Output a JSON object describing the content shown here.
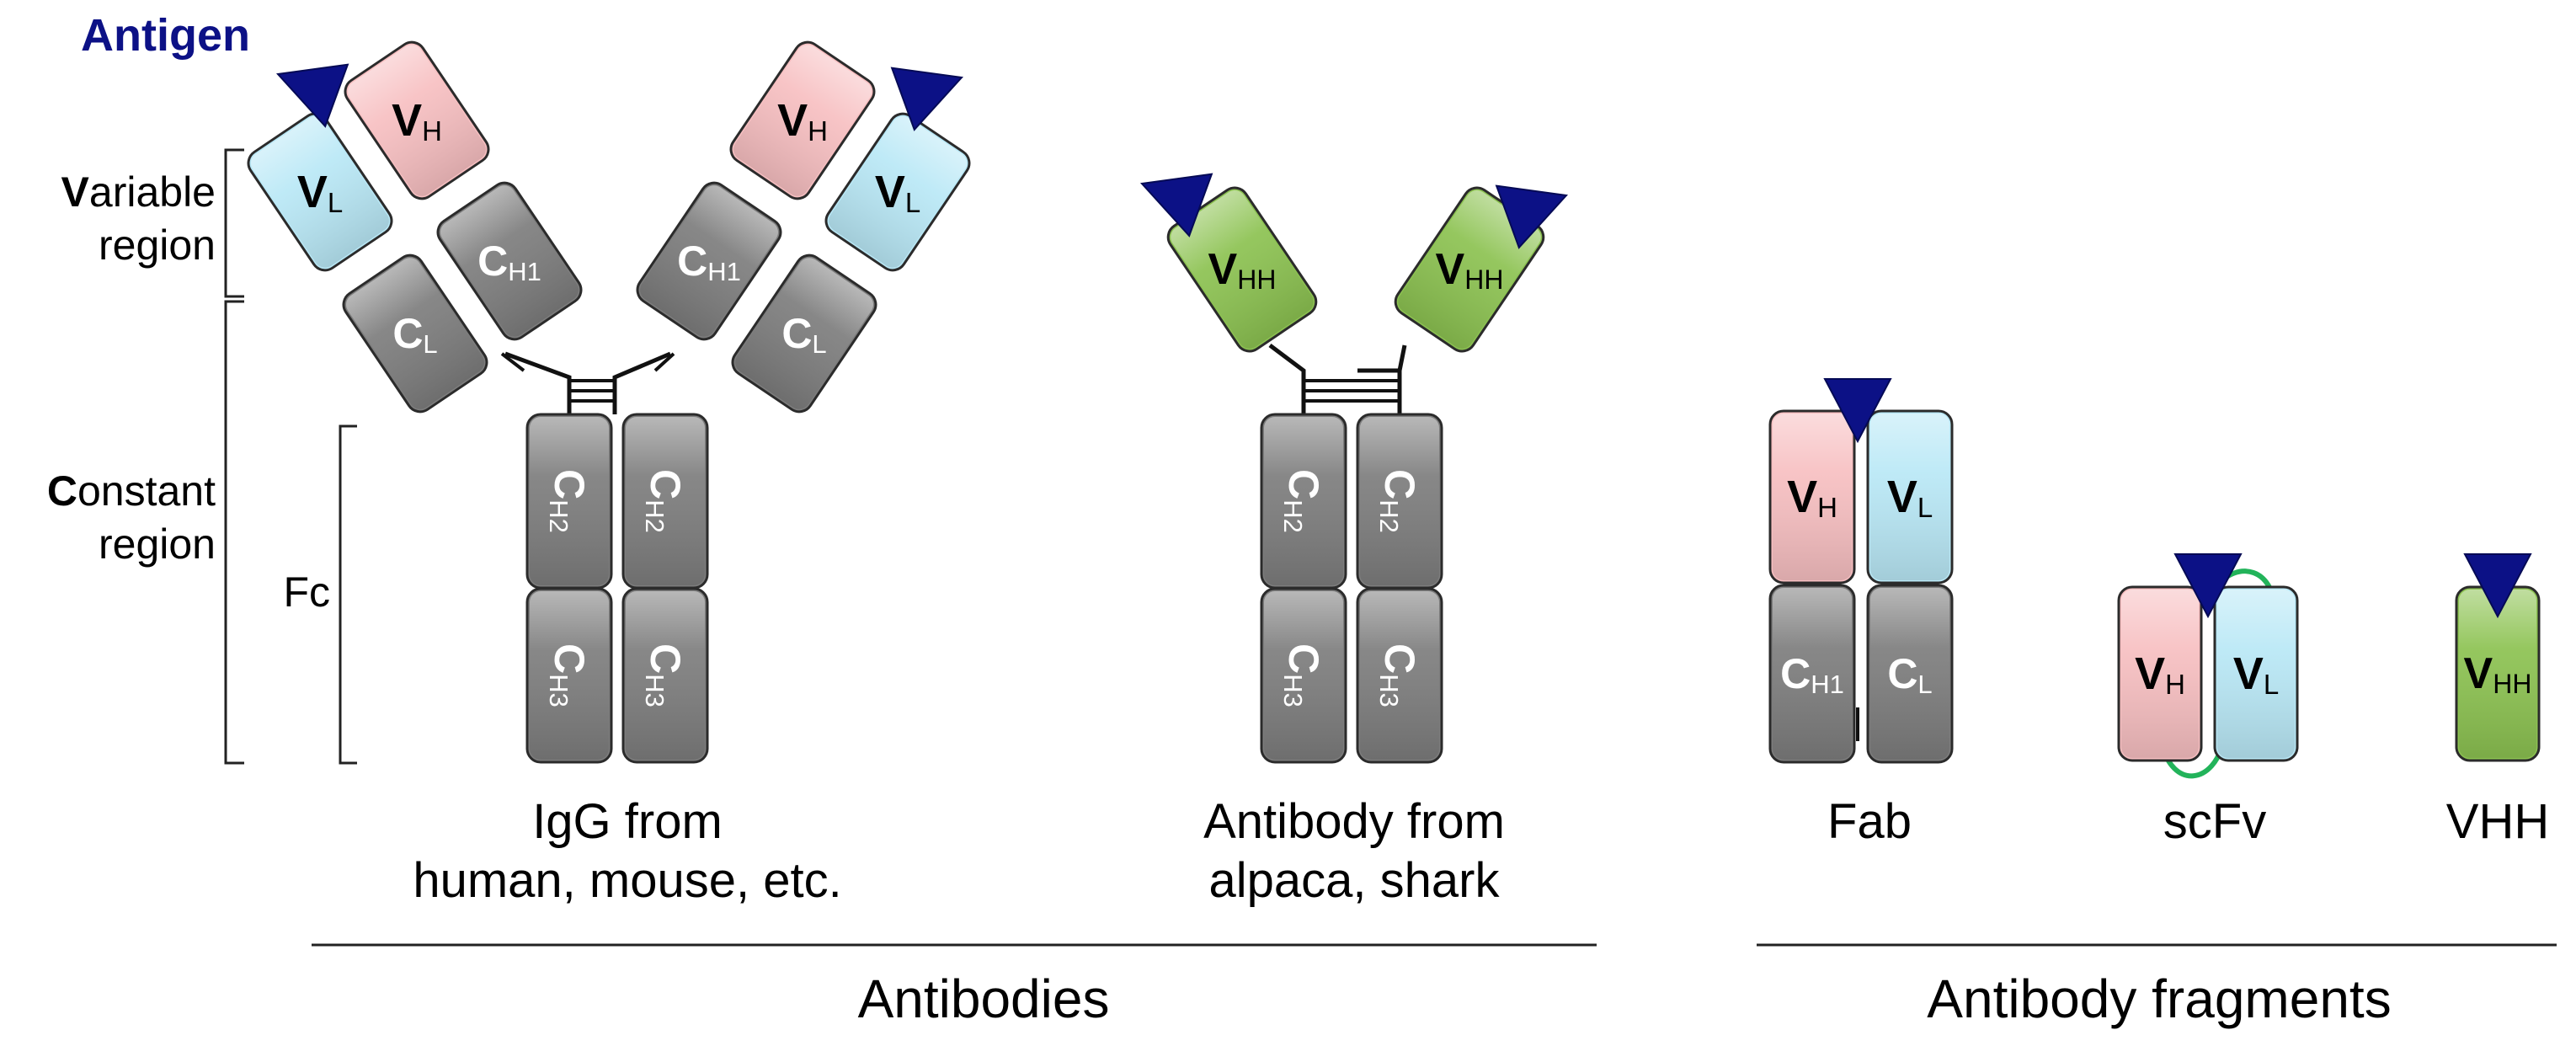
{
  "colors": {
    "heavy_variable": "#f7bfc1",
    "light_variable": "#b9e8f6",
    "constant": "#7d7d7d",
    "vhh": "#8cc251",
    "antigen": "#0c1186",
    "linker": "#22b35a",
    "outline": "#2b2b2b",
    "text_dark": "#000000",
    "text_light": "#ffffff"
  },
  "labels": {
    "antigen": "Antigen",
    "variable_region": {
      "bold": "V",
      "rest": "ariable",
      "line2": "region"
    },
    "constant_region": {
      "bold": "C",
      "rest": "onstant",
      "line2": "region"
    },
    "fc": "Fc",
    "igg": [
      "IgG from",
      "human, mouse, etc."
    ],
    "vhh_antibody": [
      "Antibody from",
      "alpaca, shark"
    ],
    "fab": "Fab",
    "scfv": "scFv",
    "vhh": "VHH",
    "antibodies": "Antibodies",
    "antibody_fragments": "Antibody fragments"
  },
  "domains": {
    "vh": {
      "main": "V",
      "sub": "H"
    },
    "vl": {
      "main": "V",
      "sub": "L"
    },
    "ch1": {
      "main": "C",
      "sub": "H1"
    },
    "cl": {
      "main": "C",
      "sub": "L"
    },
    "ch2": {
      "main": "C",
      "sub": "H2"
    },
    "ch3": {
      "main": "C",
      "sub": "H3"
    },
    "vhh": {
      "main": "V",
      "sub": "HH"
    }
  }
}
